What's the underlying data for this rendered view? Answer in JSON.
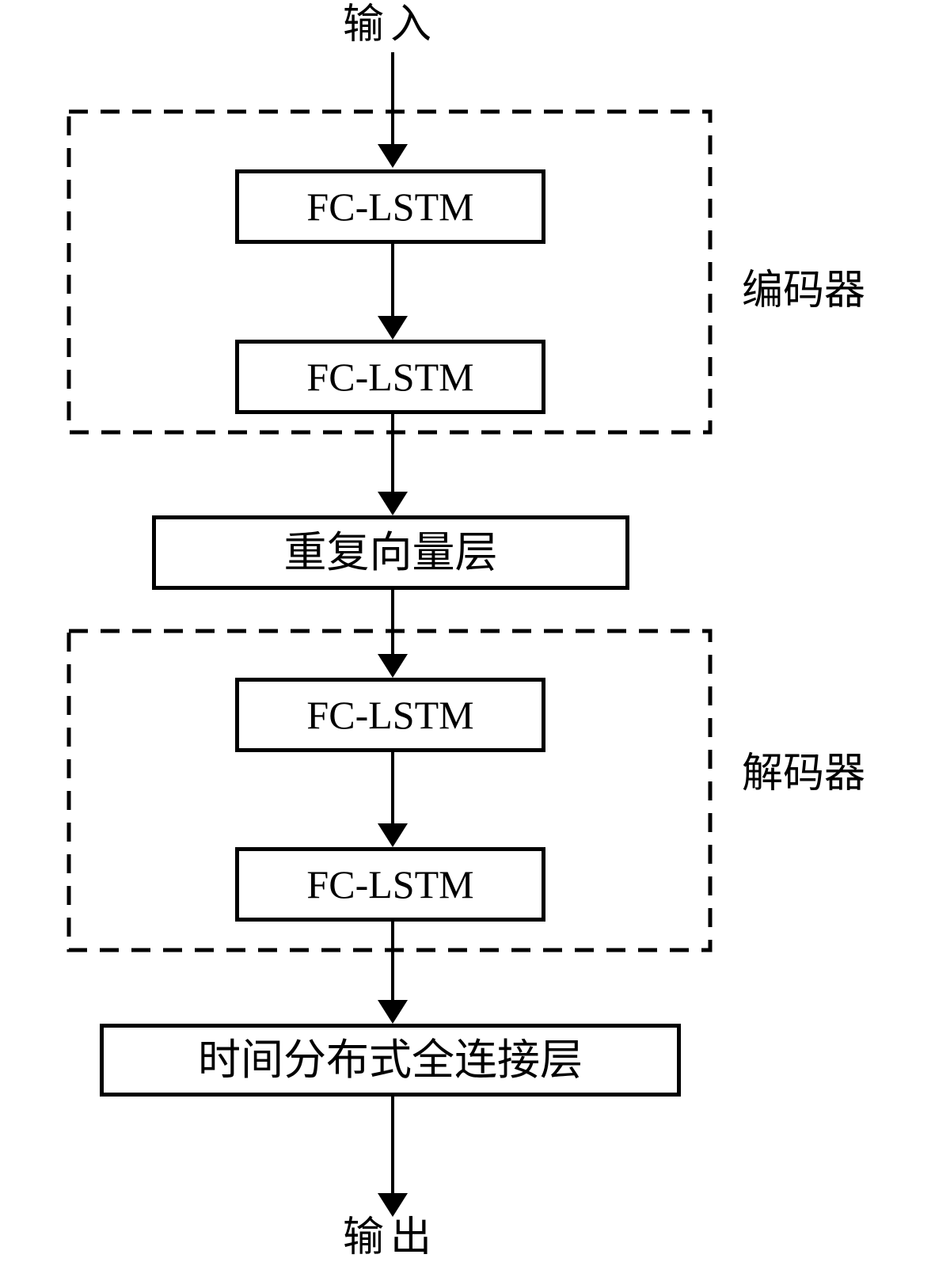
{
  "diagram": {
    "title_hint": "encoder-decoder FC-LSTM flow diagram",
    "input_label": "输入",
    "encoder": {
      "label": "编码器",
      "layers": [
        "FC-LSTM",
        "FC-LSTM"
      ]
    },
    "repeat_vector_label": "重复向量层",
    "decoder": {
      "label": "解码器",
      "layers": [
        "FC-LSTM",
        "FC-LSTM"
      ]
    },
    "time_distributed_label": "时间分布式全连接层",
    "output_label": "输出",
    "colors": {
      "stroke": "#000000",
      "background": "#ffffff"
    }
  }
}
